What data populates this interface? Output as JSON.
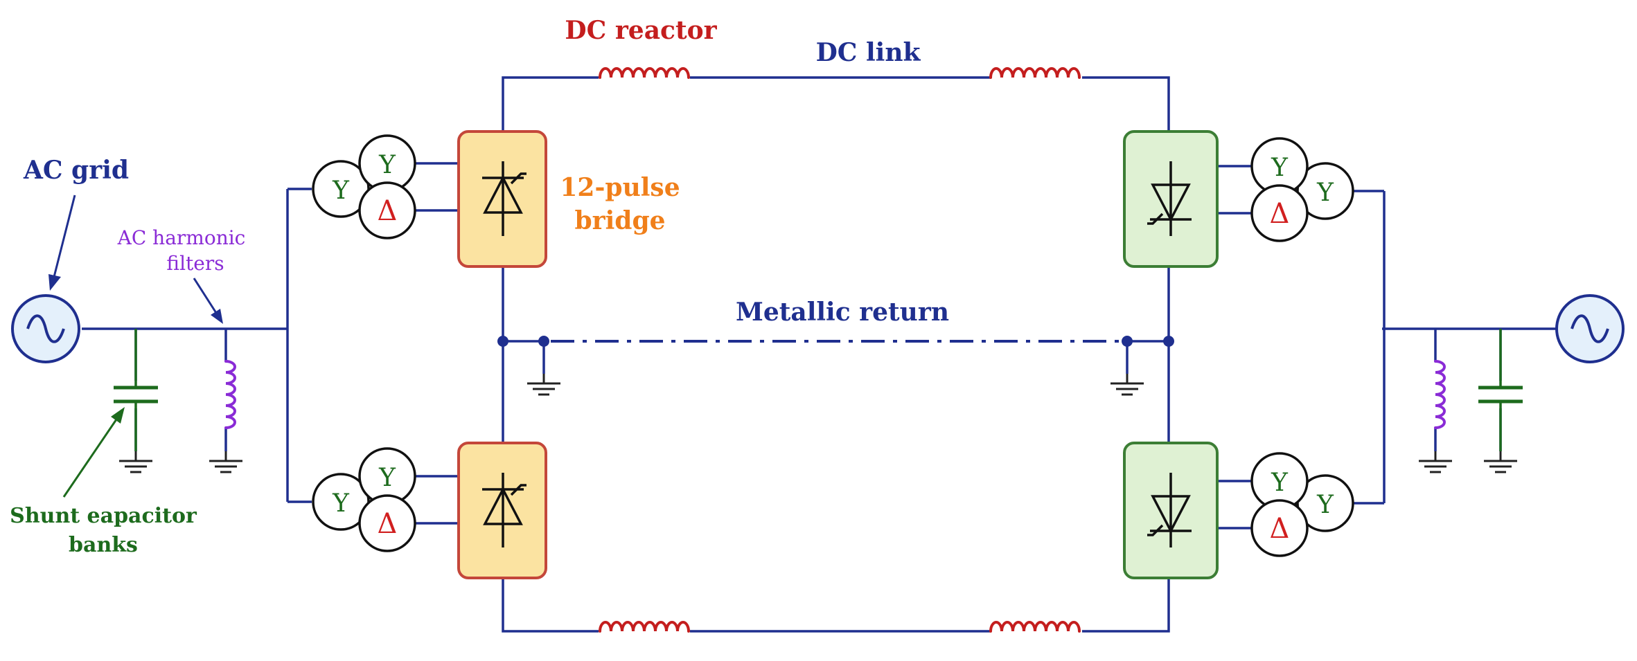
{
  "labels": {
    "ac_grid": "AC grid",
    "ac_filters_line1": "AC harmonic",
    "ac_filters_line2": "filters",
    "shunt_line1": "Shunt eapacitor",
    "shunt_line2": "banks",
    "dc_reactor": "DC reactor",
    "dc_link": "DC link",
    "bridge_line1": "12-pulse",
    "bridge_line2": "bridge",
    "metallic_return": "Metallic return"
  },
  "transformer": {
    "wye": "Y",
    "delta": "Δ"
  },
  "colors": {
    "wire": "#1f2f8f",
    "reactor": "#c41e1e",
    "filter": "#8a2bd6",
    "capacitor": "#1d6b1d",
    "rectifier_fill": "#fbe3a1",
    "rectifier_stroke": "#c4473a",
    "inverter_fill": "#dff1d3",
    "inverter_stroke": "#3c7e35",
    "source_fill": "#e4f0fb",
    "orange": "#f07f1a"
  }
}
